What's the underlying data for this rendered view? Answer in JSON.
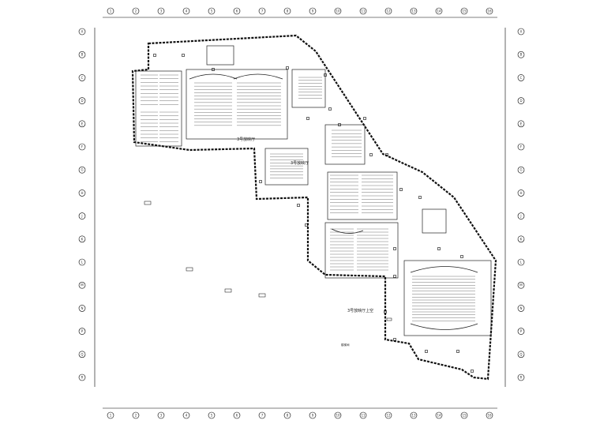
{
  "drawing": {
    "room_labels": {
      "hall_upper": "3号放映厅",
      "hall_middle": "3号放映厅",
      "atrium": "3号放映厅上空",
      "note_small": "楼梯间"
    },
    "grid_axes": {
      "top": [
        "1",
        "2",
        "3",
        "4",
        "5",
        "6",
        "7",
        "8",
        "9",
        "10",
        "11",
        "12",
        "13",
        "14",
        "15",
        "16"
      ],
      "left": [
        "A",
        "B",
        "C",
        "D",
        "E",
        "F",
        "G",
        "H",
        "J",
        "K",
        "L",
        "M",
        "N",
        "P",
        "Q",
        "R"
      ]
    }
  }
}
